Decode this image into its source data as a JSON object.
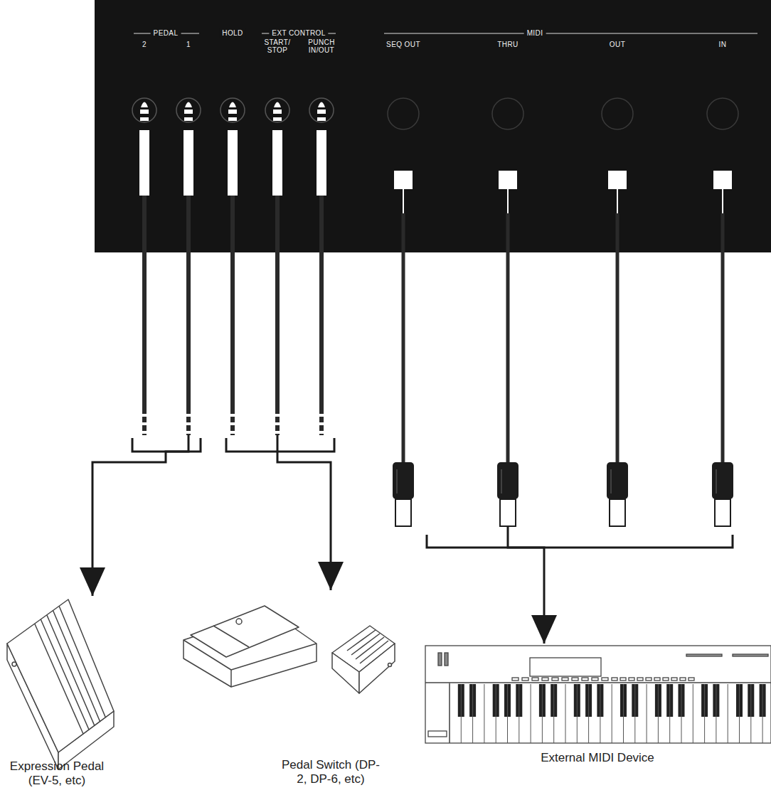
{
  "diagram": {
    "nodes": [
      {
        "text": [
          "PEDAL",
          "2",
          "1",
          "HOLD",
          "EXT CONTROL",
          "START/ STOP",
          "PUNCH IN/OUT",
          "MIDI",
          "SEQ OUT",
          "THRU",
          "OUT",
          "IN"
        ]
      },
      {
        "text": [
          "Expression Pedal (EV-5, etc)"
        ]
      },
      {
        "text": [
          "Pedal Switch (DP-2, DP-6, etc)"
        ]
      },
      {
        "text": [
          "External MIDI Device"
        ]
      }
    ],
    "edges": [
      {
        "from": 0,
        "to": 1,
        "arrow": "to"
      },
      {
        "from": 0,
        "to": 2,
        "arrow": "to"
      },
      {
        "from": 0,
        "to": 3,
        "arrow": "to"
      }
    ]
  }
}
